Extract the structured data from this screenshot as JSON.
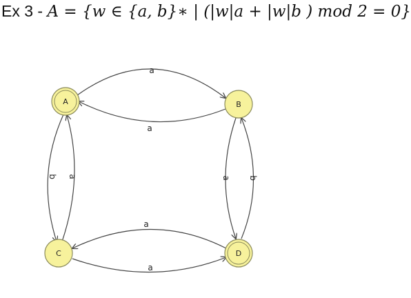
{
  "title": {
    "prefix": "Ex 3 - ",
    "math": "A = {w ∈ {a, b}∗ | (|w|a + |w|b ) mod 2 = 0}"
  },
  "colors": {
    "state_fill": "#f7f29c",
    "state_stroke": "#8a8a5a",
    "edge_stroke": "#444444"
  },
  "diagram": {
    "states": [
      {
        "id": "A",
        "label": "A",
        "accepting": true
      },
      {
        "id": "B",
        "label": "B",
        "accepting": false
      },
      {
        "id": "C",
        "label": "C",
        "accepting": false
      },
      {
        "id": "D",
        "label": "D",
        "accepting": true
      }
    ],
    "transitions": [
      {
        "from": "A",
        "to": "B",
        "label": "a"
      },
      {
        "from": "B",
        "to": "A",
        "label": "a"
      },
      {
        "from": "D",
        "to": "C",
        "label": "a"
      },
      {
        "from": "C",
        "to": "D",
        "label": "a"
      },
      {
        "from": "A",
        "to": "C",
        "label": "b"
      },
      {
        "from": "C",
        "to": "A",
        "label": "a"
      },
      {
        "from": "B",
        "to": "D",
        "label": "a"
      },
      {
        "from": "D",
        "to": "B",
        "label": "b"
      }
    ]
  }
}
